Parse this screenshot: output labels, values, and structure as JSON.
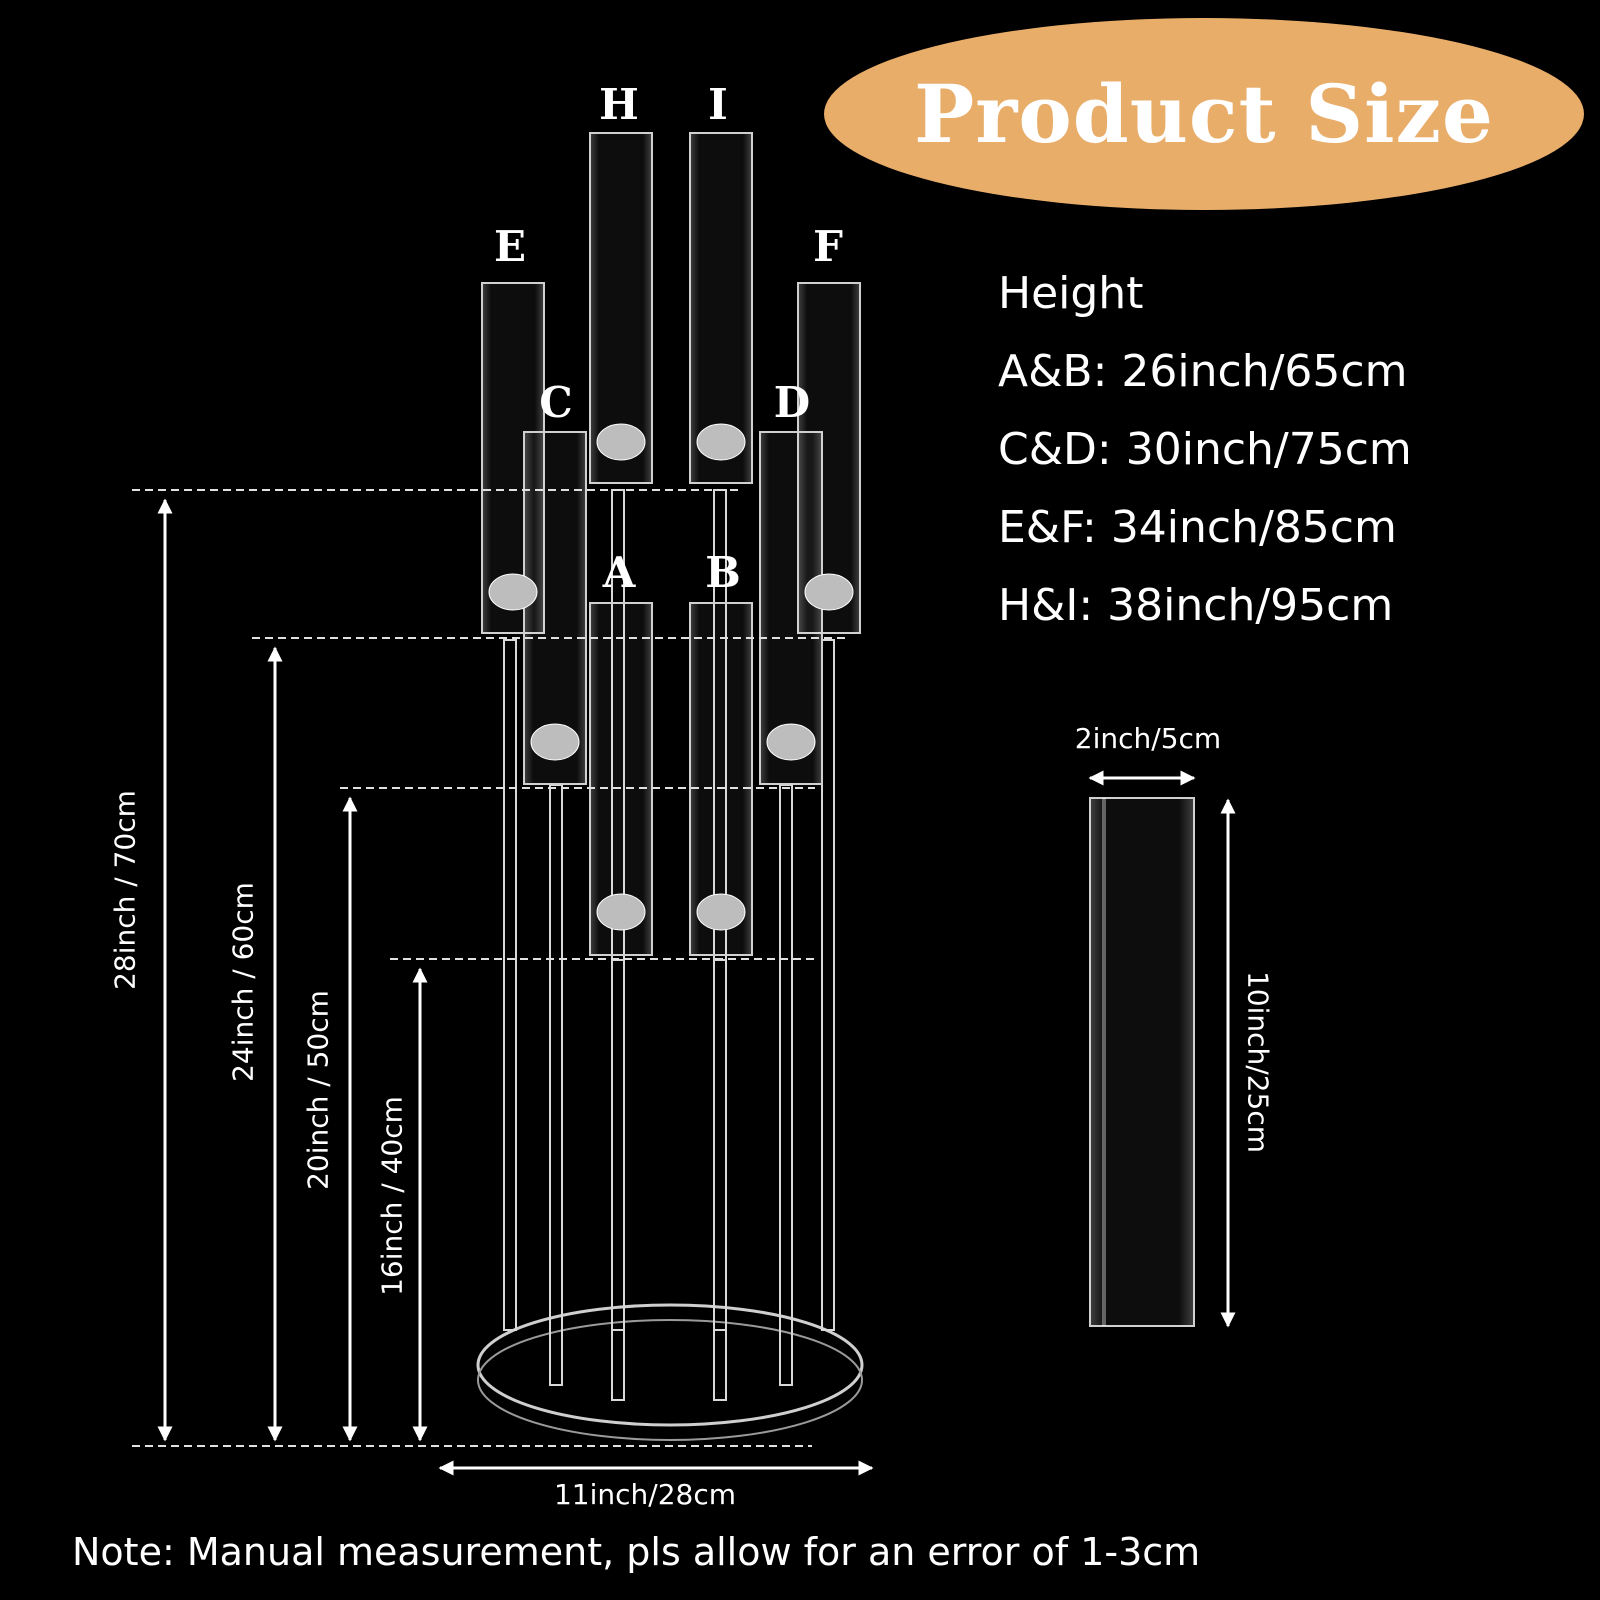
{
  "title": "Product Size",
  "heights": {
    "heading": "Height",
    "rows": [
      "A&B: 26inch/65cm",
      "C&D: 30inch/75cm",
      "E&F: 34inch/85cm",
      "H&I: 38inch/95cm"
    ]
  },
  "arm_letters": [
    "A",
    "B",
    "C",
    "D",
    "E",
    "F",
    "H",
    "I"
  ],
  "dimensions": {
    "tier_heights": [
      "28inch / 70cm",
      "24inch / 60cm",
      "20inch / 50cm",
      "16inch / 40cm"
    ],
    "base_width": "11inch/28cm",
    "tube_width": "2inch/5cm",
    "tube_height": "10inch/25cm"
  },
  "note": "Note: Manual measurement, pls allow for an error of 1-3cm"
}
